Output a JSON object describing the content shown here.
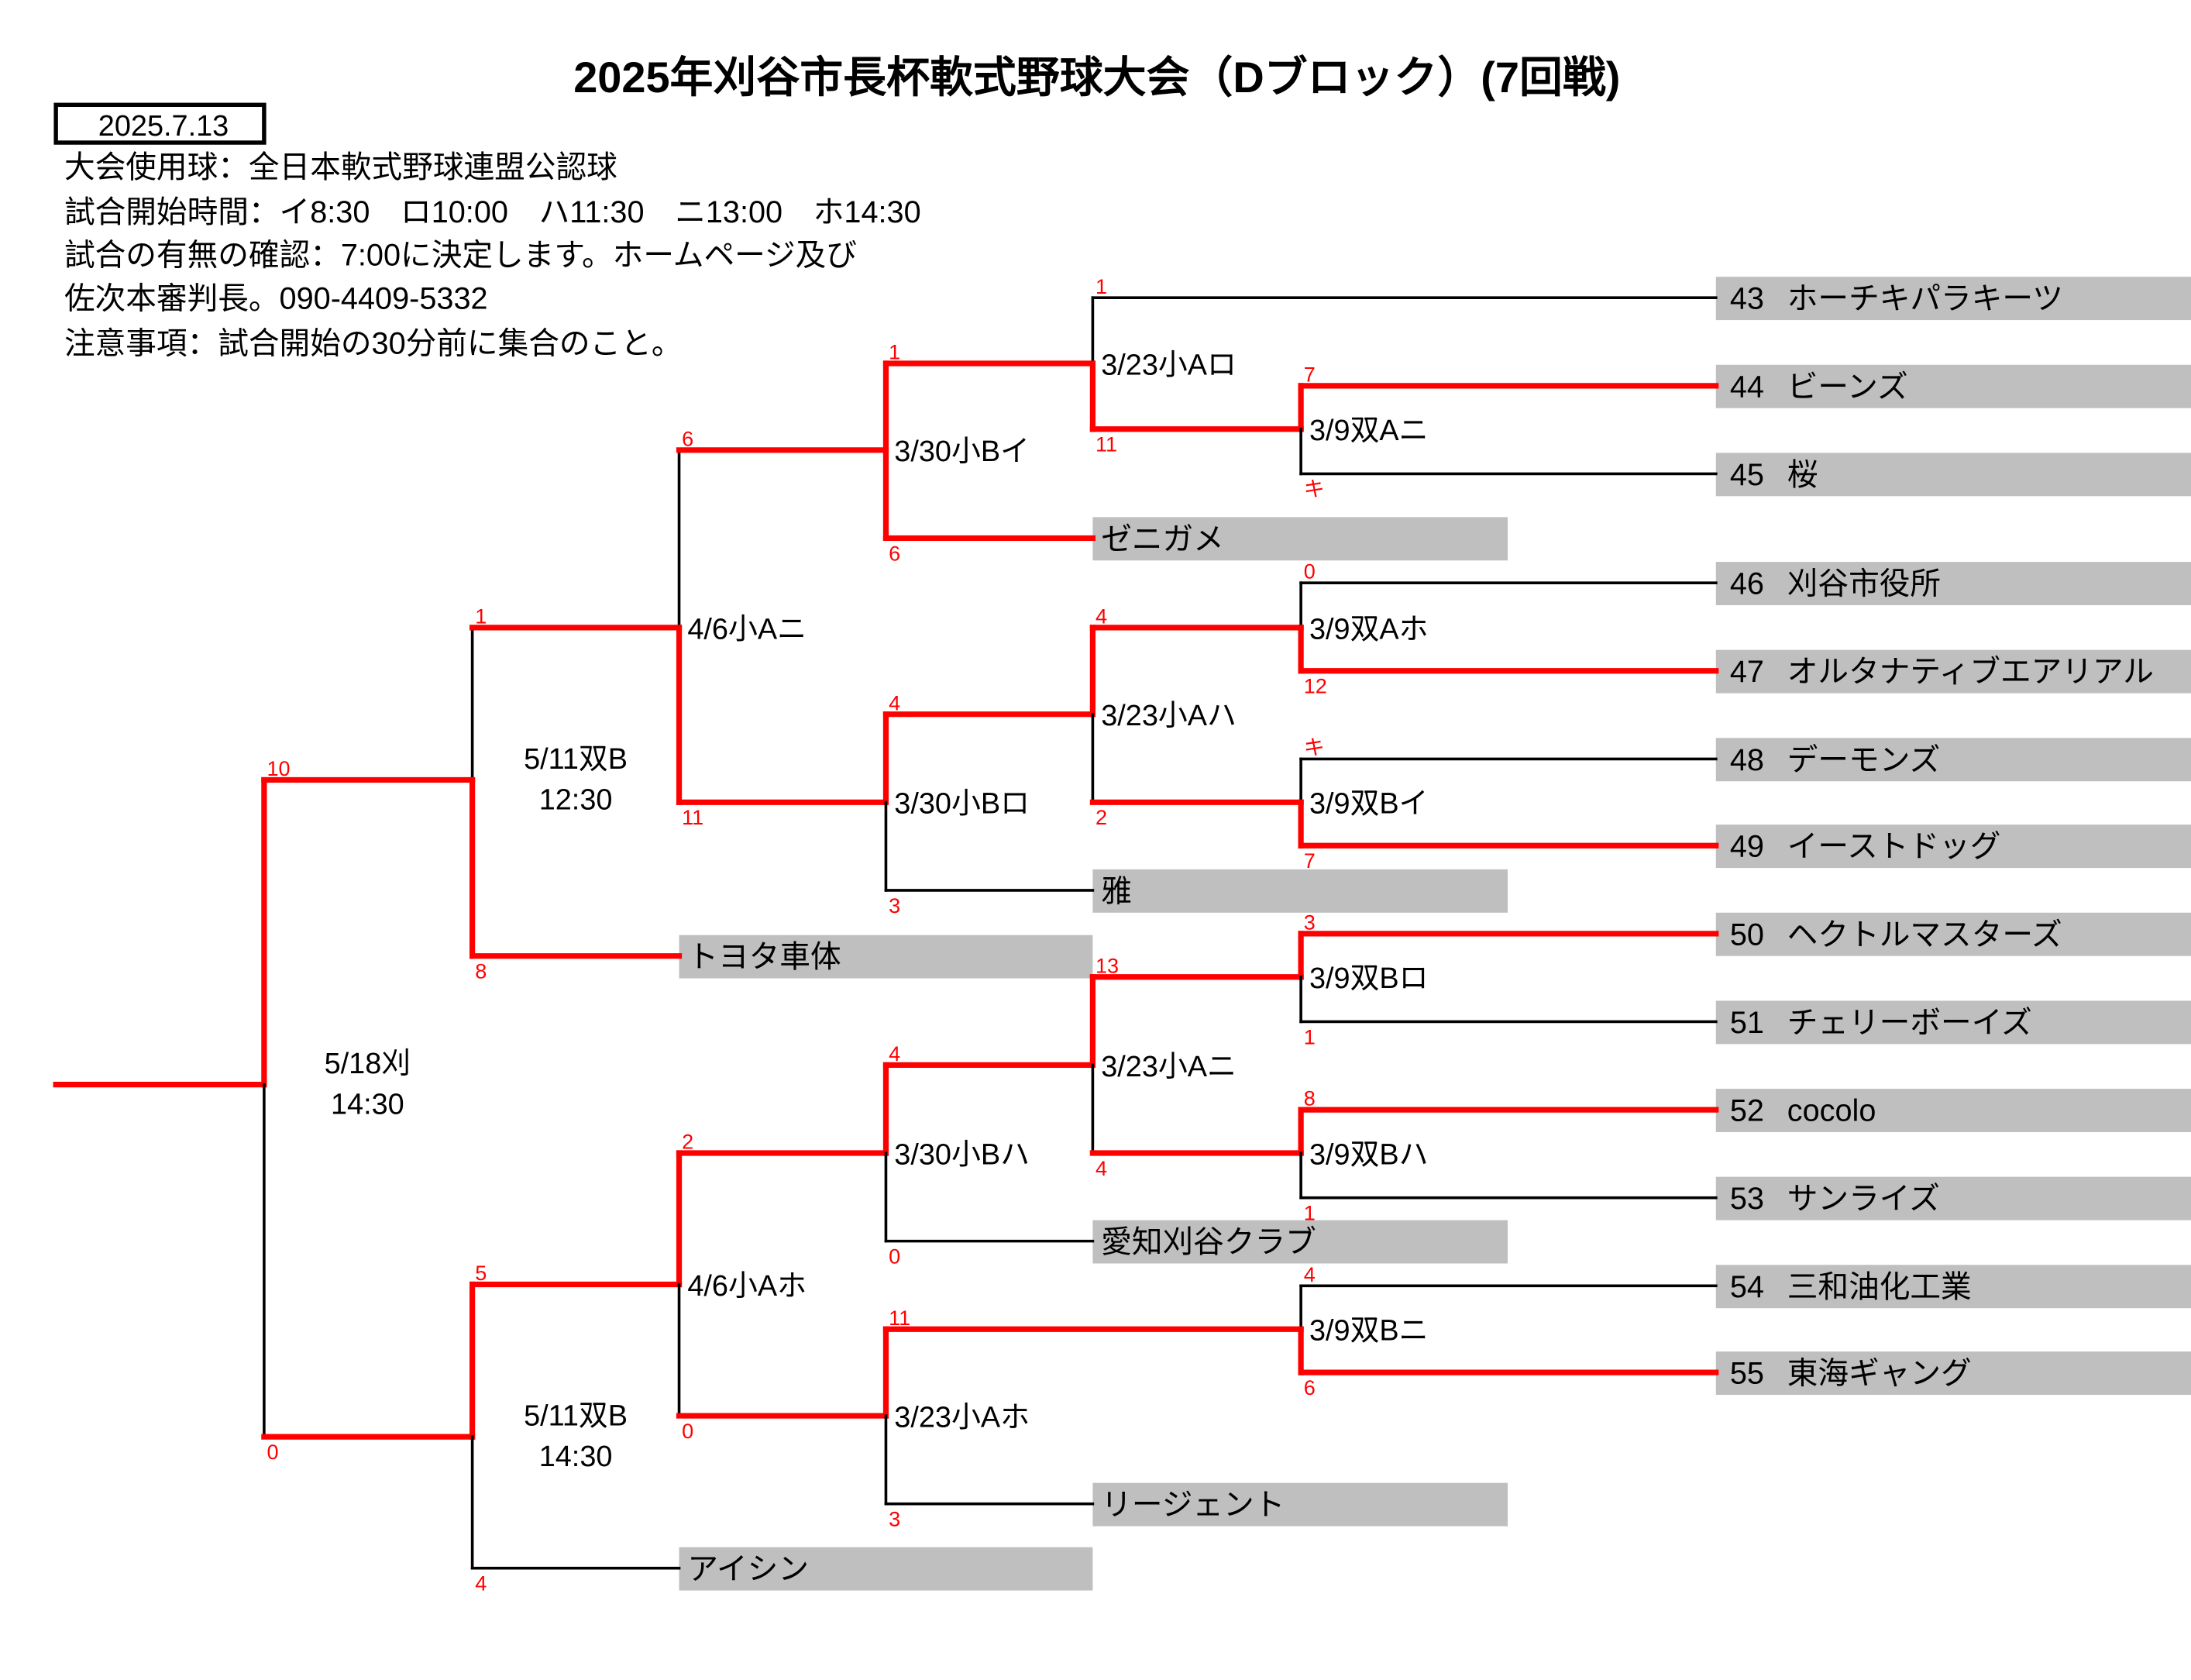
{
  "title": "2025年刈谷市長杯軟式野球大会（Dブロック）(7回戦)",
  "date": "2025.7.13",
  "info_lines": [
    "大会使用球：全日本軟式野球連盟公認球",
    "試合開始時間：イ8:30　ロ10:00　ハ11:30　ニ13:00　ホ14:30",
    "試合の有無の確認：7:00に決定します。ホームページ及び",
    "佐次本審判長。090-4409-5332",
    "注意事項：試合開始の30分前に集合のこと。"
  ],
  "colors": {
    "winner_line": "#ff0000",
    "line": "#000000",
    "team_box": "#bfbfbf",
    "score": "#ff0000"
  },
  "teams_right": [
    {
      "no": "43",
      "name": "ホーチキパラキーツ"
    },
    {
      "no": "44",
      "name": "ビーンズ"
    },
    {
      "no": "45",
      "name": "桜"
    },
    {
      "no": "46",
      "name": "刈谷市役所"
    },
    {
      "no": "47",
      "name": "オルタナティブエアリアル"
    },
    {
      "no": "48",
      "name": "デーモンズ"
    },
    {
      "no": "49",
      "name": "イーストドッグ"
    },
    {
      "no": "50",
      "name": "ヘクトルマスターズ"
    },
    {
      "no": "51",
      "name": "チェリーボーイズ"
    },
    {
      "no": "52",
      "name": "cocolo"
    },
    {
      "no": "53",
      "name": "サンライズ"
    },
    {
      "no": "54",
      "name": "三和油化工業"
    },
    {
      "no": "55",
      "name": "東海ギャング"
    }
  ],
  "teams_seeded": [
    "ゼニガメ",
    "雅",
    "愛知刈谷クラブ",
    "リージェント",
    "トヨタ車体",
    "アイシン"
  ],
  "matches": [
    {
      "label": [
        "5/18刈",
        "14:30"
      ],
      "top_score": "10",
      "bottom_score": "0",
      "winner": "top"
    },
    {
      "label": [
        "5/11双B",
        "12:30"
      ],
      "top_score": "1",
      "bottom_score": "8",
      "winner": "bottom"
    },
    {
      "label": [
        "5/11双B",
        "14:30"
      ],
      "top_score": "5",
      "bottom_score": "4",
      "winner": "top"
    },
    {
      "label": [
        "4/6小Aニ"
      ],
      "top_score": "6",
      "bottom_score": "11",
      "winner": "bottom"
    },
    {
      "label": [
        "4/6小Aホ"
      ],
      "top_score": "2",
      "bottom_score": "0",
      "winner": "top"
    },
    {
      "label": [
        "3/30小Bイ"
      ],
      "top_score": "1",
      "bottom_score": "6",
      "winner": "bottom"
    },
    {
      "label": [
        "3/30小Bロ"
      ],
      "top_score": "4",
      "bottom_score": "3",
      "winner": "top"
    },
    {
      "label": [
        "3/30小Bハ"
      ],
      "top_score": "4",
      "bottom_score": "0",
      "winner": "top"
    },
    {
      "label": [
        "3/23小Aホ"
      ],
      "top_score": "11",
      "bottom_score": "3",
      "winner": "top"
    },
    {
      "label": [
        "3/23小Aロ"
      ],
      "top_score": "1",
      "bottom_score": "11",
      "winner": "bottom"
    },
    {
      "label": [
        "3/23小Aハ"
      ],
      "top_score": "4",
      "bottom_score": "2",
      "winner": "top"
    },
    {
      "label": [
        "3/23小Aニ"
      ],
      "top_score": "13",
      "bottom_score": "4",
      "winner": "top"
    },
    {
      "label": [
        "3/9双Aニ"
      ],
      "top_score": "7",
      "bottom_score": "キ",
      "winner": "top"
    },
    {
      "label": [
        "3/9双Aホ"
      ],
      "top_score": "0",
      "bottom_score": "12",
      "winner": "bottom"
    },
    {
      "label": [
        "3/9双Bイ"
      ],
      "top_score": "キ",
      "bottom_score": "7",
      "winner": "bottom"
    },
    {
      "label": [
        "3/9双Bロ"
      ],
      "top_score": "3",
      "bottom_score": "1",
      "winner": "top"
    },
    {
      "label": [
        "3/9双Bハ"
      ],
      "top_score": "8",
      "bottom_score": "1",
      "winner": "top"
    },
    {
      "label": [
        "3/9双Bニ"
      ],
      "top_score": "4",
      "bottom_score": "6",
      "winner": "bottom"
    }
  ]
}
